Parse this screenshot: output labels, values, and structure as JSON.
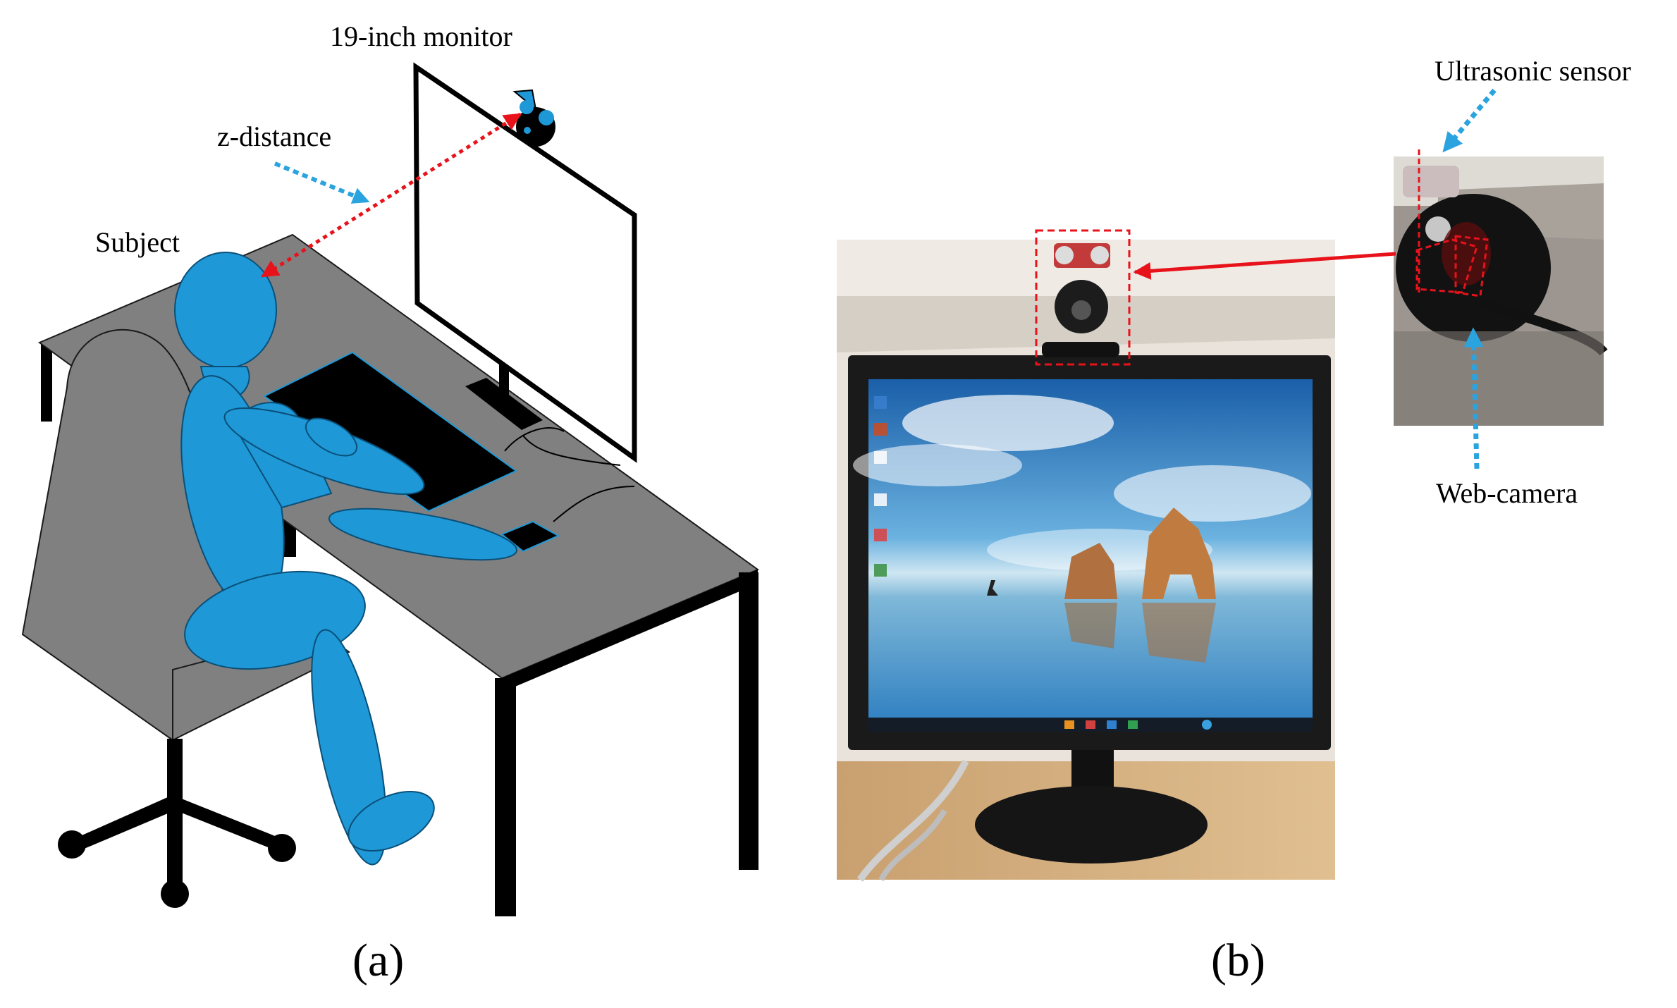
{
  "labels": {
    "monitor": "19-inch monitor",
    "z_distance": "z-distance",
    "subject": "Subject",
    "ultrasonic": "Ultrasonic sensor",
    "webcam": "Web-camera"
  },
  "captions": {
    "a": "(a)",
    "b": "(b)"
  },
  "colors": {
    "figure_blue": "#1e98d6",
    "desk_gray": "#808080",
    "leader_red": "#e8121b",
    "leader_blue": "#2aa3df"
  }
}
